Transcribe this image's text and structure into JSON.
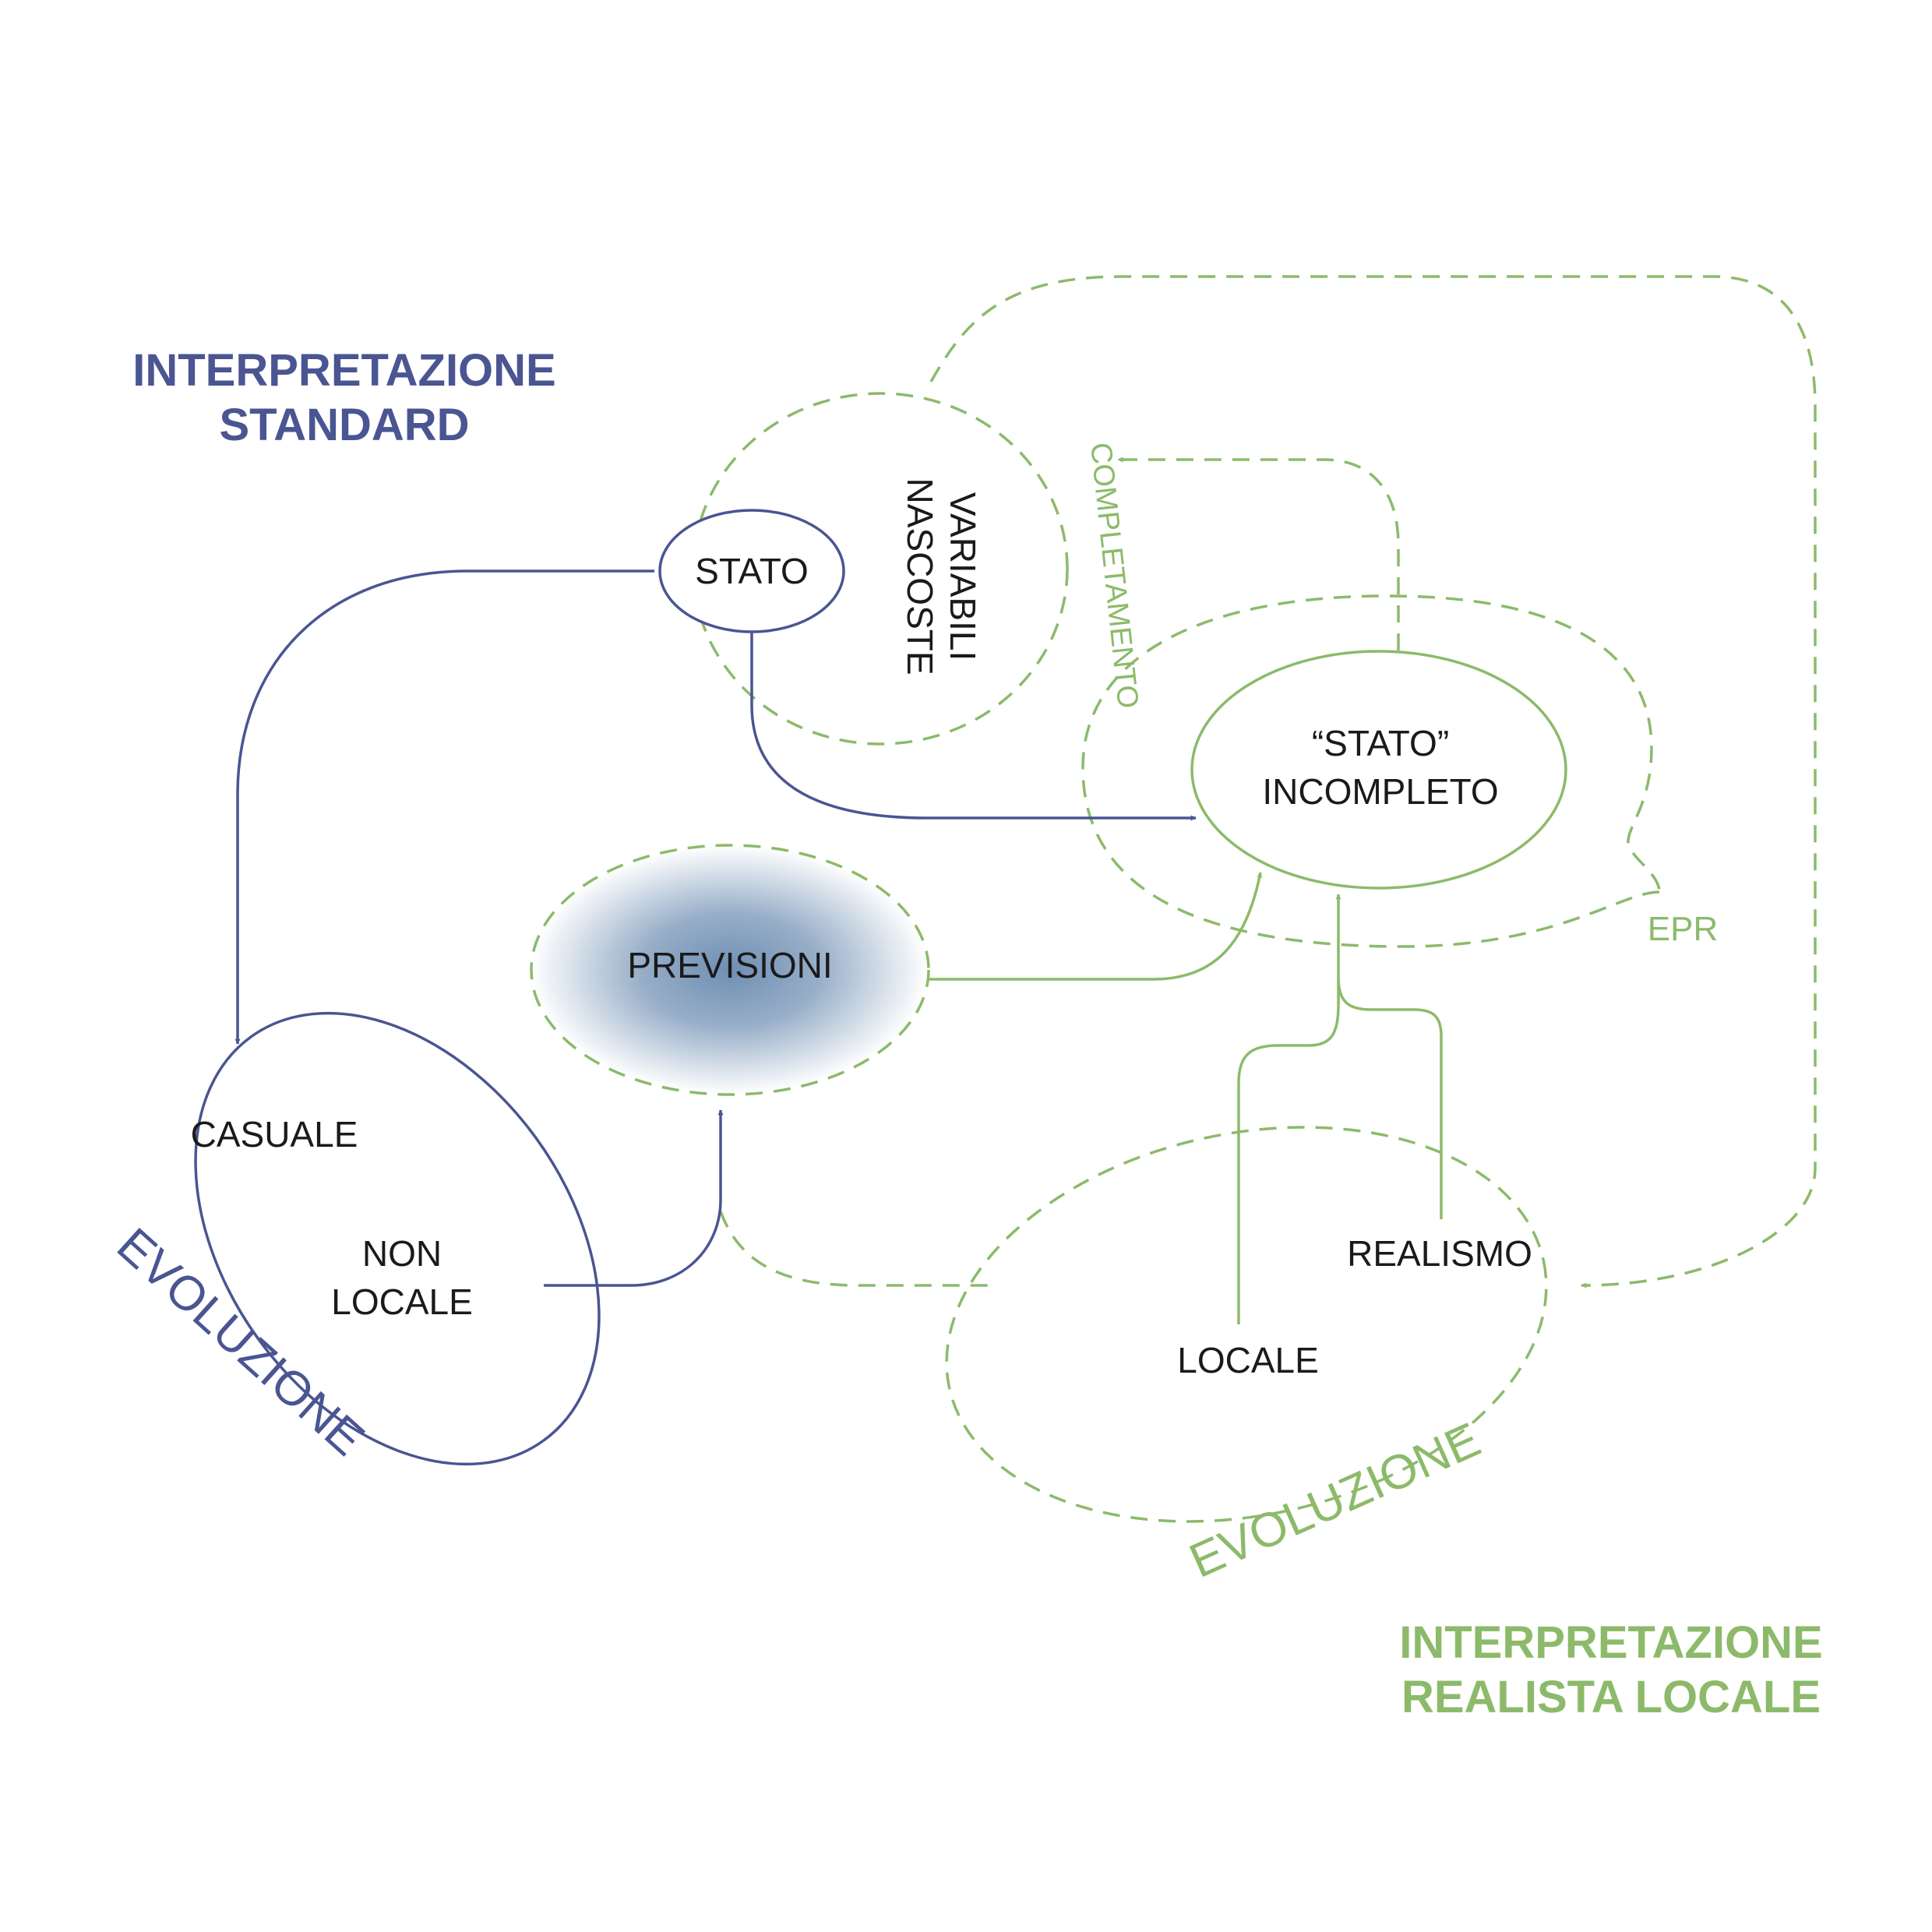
{
  "title_standard": {
    "line1": "INTERPRETAZIONE",
    "line2": "STANDARD"
  },
  "title_realist": {
    "line1": "INTERPRETAZIONE",
    "line2": "REALISTA LOCALE"
  },
  "nodes": {
    "stato": "STATO",
    "variabili": {
      "line1": "VARIABILI",
      "line2": "NASCOSTE"
    },
    "completamento": "COMPLETAMENTO",
    "stato_incompleto": {
      "line1": "“STATO”",
      "line2": "INCOMPLETO"
    },
    "epr": "EPR",
    "previsioni": "PREVISIONI",
    "casuale": "CASUALE",
    "non_locale": {
      "line1": "NON",
      "line2": "LOCALE"
    },
    "evoluzione_standard": "EVOLUZIONE",
    "realismo": "REALISMO",
    "locale": "LOCALE",
    "evoluzione_realist": "EVOLUZIONE"
  },
  "colors": {
    "standard": "#4a5592",
    "realist": "#8cba6a"
  }
}
